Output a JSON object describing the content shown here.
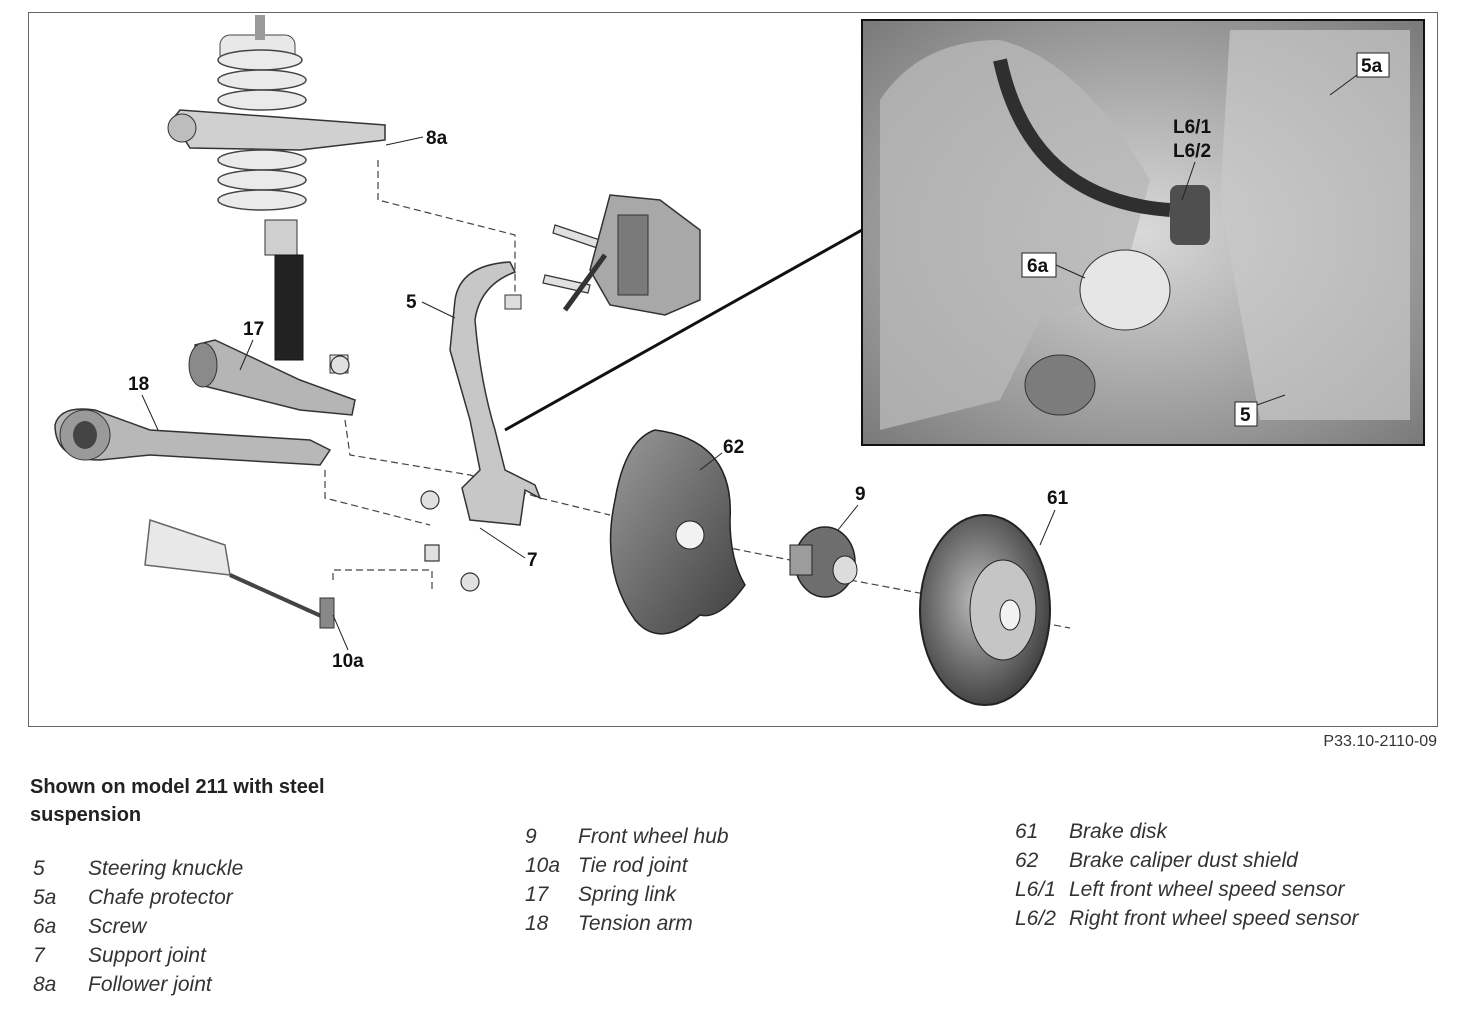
{
  "figure": {
    "reference_code": "P33.10-2110-09",
    "callouts": {
      "c_8a": "8a",
      "c_5": "5",
      "c_17": "17",
      "c_18": "18",
      "c_62": "62",
      "c_9": "9",
      "c_61": "61",
      "c_7": "7",
      "c_10a": "10a"
    },
    "photo_labels": {
      "p_5a": "5a",
      "p_l61": "L6/1",
      "p_l62": "L6/2",
      "p_6a": "6a",
      "p_5": "5"
    }
  },
  "caption": {
    "title": "Shown on model 211 with steel suspension"
  },
  "legend": {
    "col1": [
      {
        "num": "5",
        "text": "Steering knuckle"
      },
      {
        "num": "5a",
        "text": "Chafe protector"
      },
      {
        "num": "6a",
        "text": "Screw"
      },
      {
        "num": "7",
        "text": "Support joint"
      },
      {
        "num": "8a",
        "text": "Follower joint"
      }
    ],
    "col2": [
      {
        "num": "9",
        "text": "Front wheel hub"
      },
      {
        "num": "10a",
        "text": "Tie rod joint"
      },
      {
        "num": "17",
        "text": "Spring link"
      },
      {
        "num": "18",
        "text": "Tension arm"
      }
    ],
    "col3": [
      {
        "num": "61",
        "text": "Brake disk"
      },
      {
        "num": "62",
        "text": "Brake caliper dust shield"
      },
      {
        "num": "L6/1",
        "text": "Left front wheel speed sensor"
      },
      {
        "num": "L6/2",
        "text": "Right front wheel speed sensor"
      }
    ]
  }
}
